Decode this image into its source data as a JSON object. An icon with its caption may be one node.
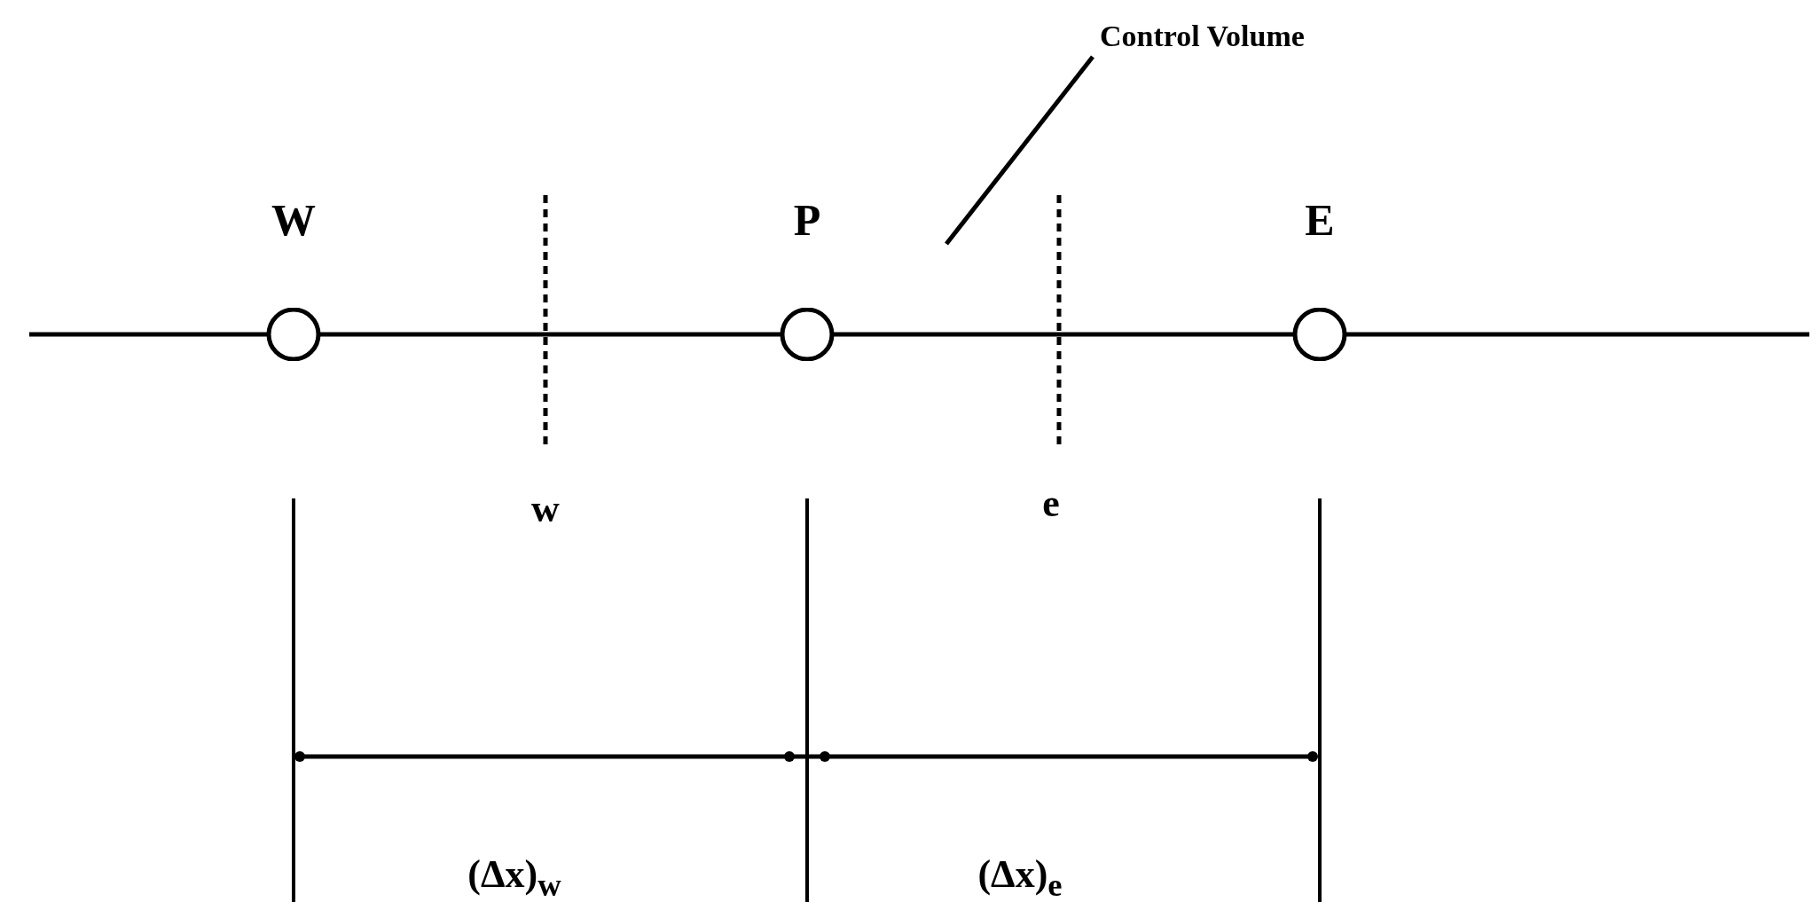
{
  "diagram": {
    "nodes": [
      {
        "text": [
          "W"
        ]
      },
      {
        "text": [
          "P"
        ]
      },
      {
        "text": [
          "E"
        ]
      },
      {
        "text": [
          "Control Volume"
        ]
      }
    ],
    "edges": [
      {
        "from": null,
        "to": 0,
        "arrow": "none"
      },
      {
        "from": 0,
        "to": 1,
        "arrow": "none"
      },
      {
        "from": 1,
        "to": 2,
        "arrow": "none"
      },
      {
        "from": 2,
        "to": null,
        "arrow": "none"
      },
      {
        "from": 3,
        "to": null,
        "arrow": "none"
      }
    ],
    "labels": [
      "w",
      "e",
      "(Δx)$_{w}$",
      "(Δx)$_{e}$"
    ]
  }
}
